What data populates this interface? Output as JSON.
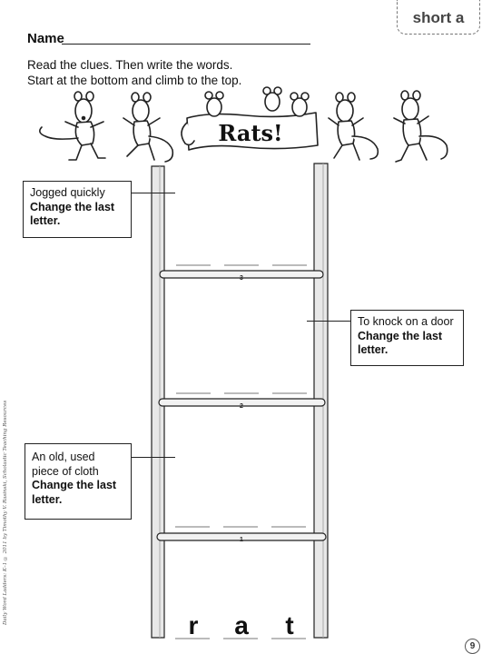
{
  "tag": "short a",
  "name_label": "Name",
  "instructions": {
    "line1": "Read the clues. Then write the words.",
    "line2": "Start at the bottom and climb to the top."
  },
  "banner_text": "Rats!",
  "clues": {
    "top": {
      "text": "Jogged quickly",
      "action": "Change the last letter."
    },
    "middle": {
      "text": "To knock on a door",
      "action": "Change the last letter."
    },
    "bottom": {
      "text": "An old, used piece of cloth",
      "action": "Change the last letter."
    }
  },
  "rungs": [
    "3",
    "2",
    "1"
  ],
  "start_word": [
    "r",
    "a",
    "t"
  ],
  "credit": "Daily Word Ladders: K–1 © 2011 by Timothy V. Rasinski, Scholastic Teaching Resources",
  "page_number": "9"
}
